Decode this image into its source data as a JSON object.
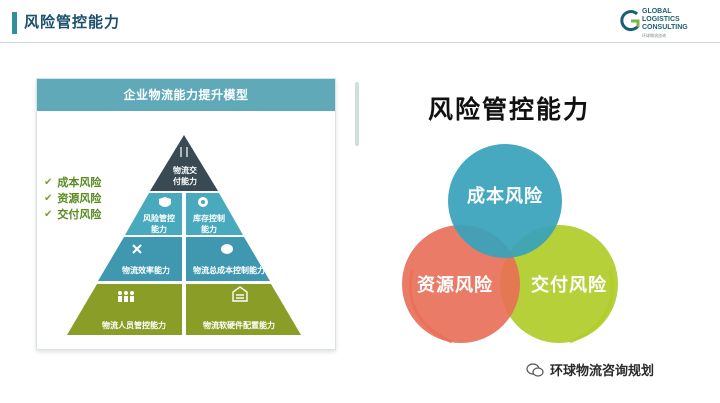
{
  "header": {
    "title": "风险管控能力"
  },
  "logo": {
    "line1": "GLOBAL",
    "line2": "LOGISTICS",
    "line3": "CONSULTING",
    "sub": "环球物流咨询"
  },
  "panel": {
    "title": "企业物流能力提升模型",
    "checks": [
      "成本风险",
      "资源风险",
      "交付风险"
    ],
    "levels": {
      "top": [
        "物流交",
        "付能力"
      ],
      "mid_left": [
        "风险管控",
        "能力"
      ],
      "mid_right": [
        "库存控制",
        "能力"
      ],
      "row3_left": "物流效率能力",
      "row3_right": "物流总成本控制能力",
      "row4_left": "物流人员管控能力",
      "row4_right": "物流软硬件配置能力"
    },
    "colors": {
      "header": "#5fa9b8",
      "top": "#3a4a55",
      "mid": "#49a9bd",
      "row3": "#3f98b0",
      "row4": "#8a9d27",
      "check": "#5b8a1f"
    }
  },
  "right": {
    "title": "风险管控能力",
    "circles": {
      "cost": "成本风险",
      "resource": "资源风险",
      "delivery": "交付风险"
    },
    "colors": {
      "cost": "#38a2bb",
      "resource": "#e86e56",
      "delivery": "#b0cc28"
    }
  },
  "watermark": {
    "text": "环球物流咨询规划"
  },
  "icons": [
    "shield-icon",
    "gear-icon",
    "tools-icon",
    "coins-icon",
    "people-icon",
    "warehouse-icon",
    "wechat-icon",
    "checkmark-icon"
  ]
}
